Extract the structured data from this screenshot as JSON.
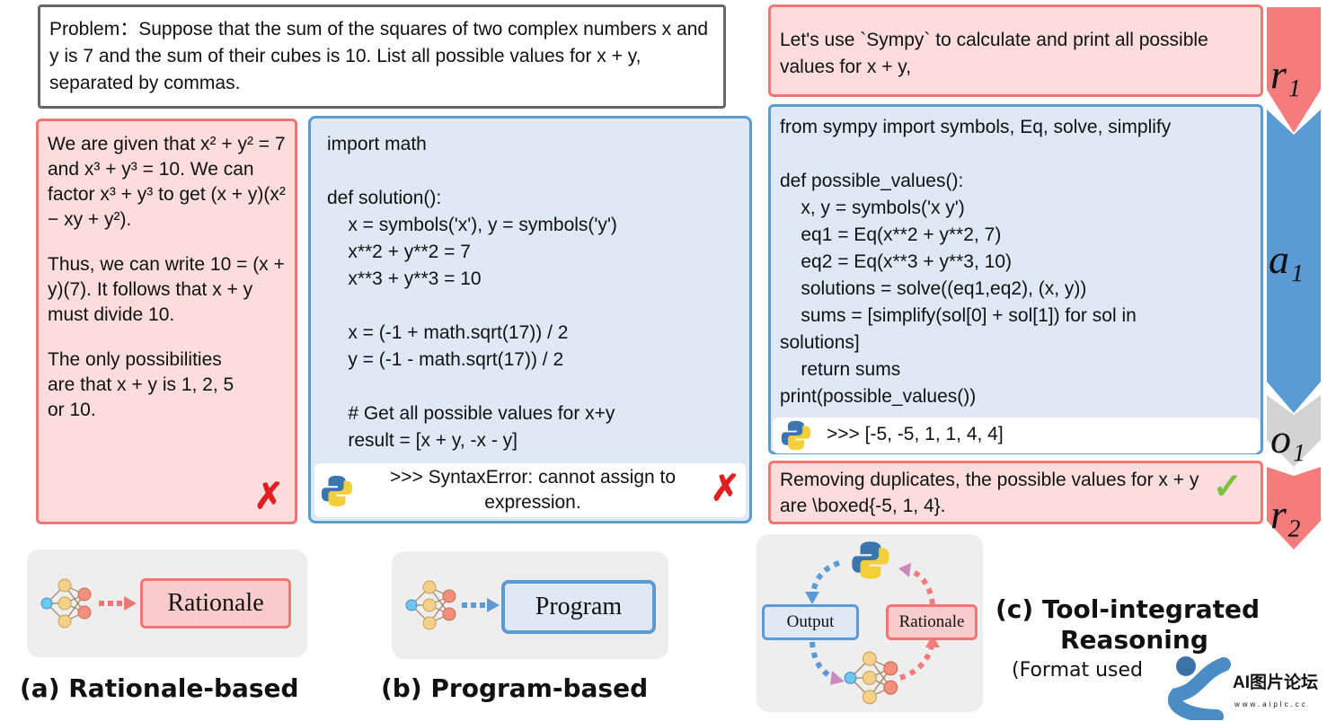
{
  "problem": {
    "prefix": "Problem：",
    "text": "Suppose that the sum of the squares of two complex numbers x and y is 7 and the sum of their cubes is 10. List all possible values for x + y, separated by commas."
  },
  "rationale": {
    "p1": "We are given that x² + y² = 7 and x³ + y³ = 10. We can factor x³ + y³  to get (x + y)(x² − xy + y²).",
    "p2": "Thus, we can write 10 = (x + y)(7). It follows that x + y must divide 10.",
    "p3": "The only possibilities are that x + y is 1, 2, 5 or 10.",
    "mark": "✗"
  },
  "program": {
    "code": "import math\n\ndef solution():\n    x = symbols('x'), y = symbols('y')\n    x**2 + y**2 = 7\n    x**3 + y**3 = 10\n\n    x = (-1 + math.sqrt(17)) / 2\n    y = (-1 - math.sqrt(17)) / 2\n\n    # Get all possible values for x+y\n    result = [x + y, -x - y]",
    "output": ">>> SyntaxError: cannot assign to expression.",
    "mark": "✗"
  },
  "tir": {
    "r1": "Let's use `Sympy` to calculate and print all possible values for x + y,",
    "code": "from sympy import symbols, Eq, solve, simplify\n\ndef possible_values():\n    x, y = symbols('x y')\n    eq1 = Eq(x**2 + y**2, 7)\n    eq2 = Eq(x**3 + y**3, 10)\n    solutions = solve((eq1,eq2), (x, y))\n    sums = [simplify(sol[0] + sol[1]) for sol in\nsolutions]\n    return sums\nprint(possible_values())",
    "output": ">>> [-5, -5, 1, 1, 4, 4]",
    "r2": "Removing duplicates, the possible values for x + y are \\boxed{-5, 1, 4}.",
    "mark": "✓"
  },
  "steps": {
    "r1": "r₁",
    "a1": "a₁",
    "o1": "o₁",
    "r2": "r₂"
  },
  "panels": {
    "a_chip": "Rationale",
    "b_chip": "Program",
    "c_output": "Output",
    "c_rationale": "Rationale"
  },
  "labels": {
    "a": "(a) Rationale-based",
    "b": "(b) Program-based",
    "c1": "(c) Tool-integrated",
    "c2": "Reasoning",
    "c3": "(Format used"
  },
  "watermark": {
    "title": "AI图片论坛",
    "url": "www.aiplc.cc"
  },
  "colors": {
    "red": "#f07575",
    "blue": "#5b9bd5",
    "gray": "#cfcfcf"
  }
}
